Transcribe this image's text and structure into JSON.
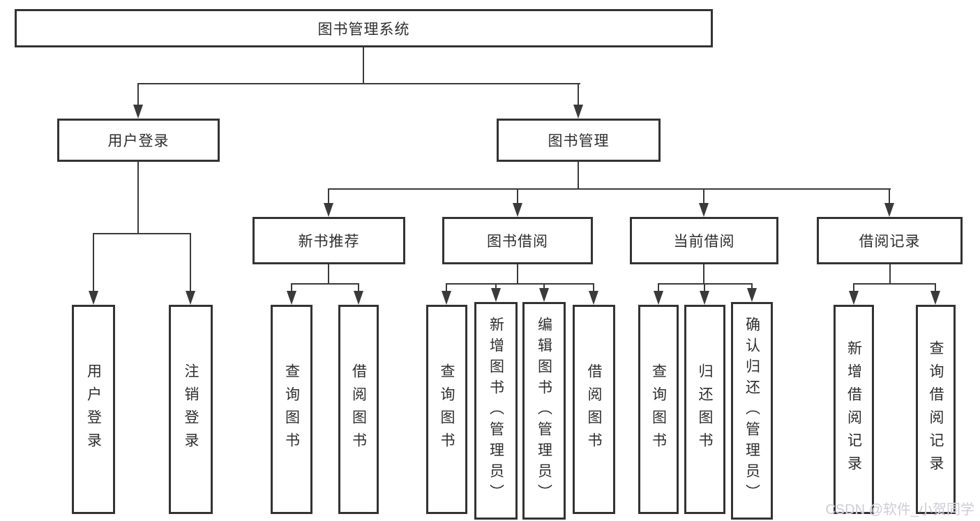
{
  "diagram_type": "hierarchy-tree",
  "tree": {
    "label": "图书管理系统",
    "children": [
      {
        "label": "用户登录",
        "children": [
          {
            "label": "用户登录"
          },
          {
            "label": "注销登录"
          }
        ]
      },
      {
        "label": "图书管理",
        "children": [
          {
            "label": "新书推荐",
            "children": [
              {
                "label": "查询图书"
              },
              {
                "label": "借阅图书"
              }
            ]
          },
          {
            "label": "图书借阅",
            "children": [
              {
                "label": "查询图书"
              },
              {
                "label": "新增图书（管理员）"
              },
              {
                "label": "编辑图书（管理员）"
              },
              {
                "label": "借阅图书"
              }
            ]
          },
          {
            "label": "当前借阅",
            "children": [
              {
                "label": "查询图书"
              },
              {
                "label": "归还图书"
              },
              {
                "label": "确认归还（管理员）"
              }
            ]
          },
          {
            "label": "借阅记录",
            "children": [
              {
                "label": "新增借阅记录"
              },
              {
                "label": "查询借阅记录"
              }
            ]
          }
        ]
      }
    ]
  },
  "watermark": {
    "text": "CSDN @软件_小贺同学"
  },
  "colors": {
    "background": "#ffffff",
    "box_border": "#333333",
    "connector_line": "#3a3a3a",
    "text": "#2e2e2e",
    "watermark_text": "#cdcdd6"
  }
}
